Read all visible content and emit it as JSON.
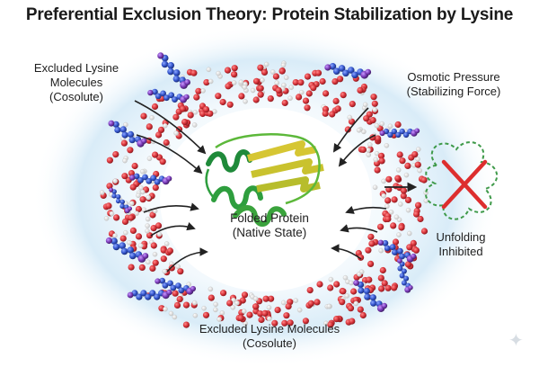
{
  "title": "Preferential Exclusion Theory: Protein Stabilization by Lysine",
  "labels": {
    "top_left": [
      "Excluded Lysine",
      "Molecules",
      "(Cosolute)"
    ],
    "top_right": [
      "Osmotic Pressure",
      "(Stabilizing Force)"
    ],
    "center": [
      "Folded Protein",
      "(Native State)"
    ],
    "right": [
      "Unfolding",
      "Inhibited"
    ],
    "bottom": [
      "Excluded Lysine Molecules",
      "(Cosolute)"
    ]
  },
  "colors": {
    "water_oxygen": "#d8333a",
    "water_hydrogen": "#f2f2f2",
    "lysine_blue": "#3355cc",
    "lysine_purple": "#7a3ab8",
    "protein_green": "#2e9e3e",
    "protein_yellow": "#d6c633",
    "unfolded_chain": "#3f9a4a",
    "cross": "#dd2e2e",
    "arrow": "#222222",
    "halo": "#cfe6f6"
  },
  "icons": {
    "sparkle": "sparkle-icon",
    "cross": "cross-icon"
  }
}
